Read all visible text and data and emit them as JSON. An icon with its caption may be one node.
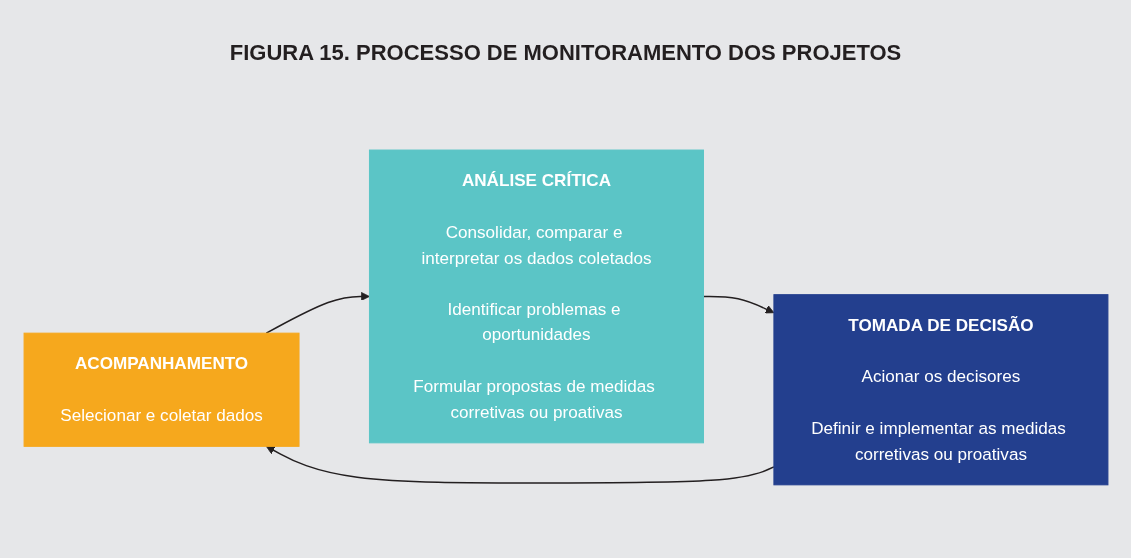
{
  "diagram": {
    "title": "FIGURA 15. PROCESSO DE MONITORAMENTO DOS PROJETOS",
    "nodes": [
      {
        "text": [
          "ACOMPANHAMENTO",
          "Selecionar e coletar dados"
        ]
      },
      {
        "text": [
          "ANÁLISE CRÍTICA",
          "Consolidar, comparar e interpretar os dados coletados",
          "Identificar problemas e oportunidades",
          "Formular propostas de medidas corretivas ou proativas"
        ]
      },
      {
        "text": [
          "TOMADA DE DECISÃO",
          "Acionar os decisores",
          "Definir e implementar as medidas corretivas ou proativas"
        ]
      }
    ],
    "edges": [
      {
        "from": 0,
        "to": 1,
        "arrow": "to"
      },
      {
        "from": 1,
        "to": 2,
        "arrow": "to"
      },
      {
        "from": 2,
        "to": 0,
        "arrow": "to"
      }
    ]
  }
}
